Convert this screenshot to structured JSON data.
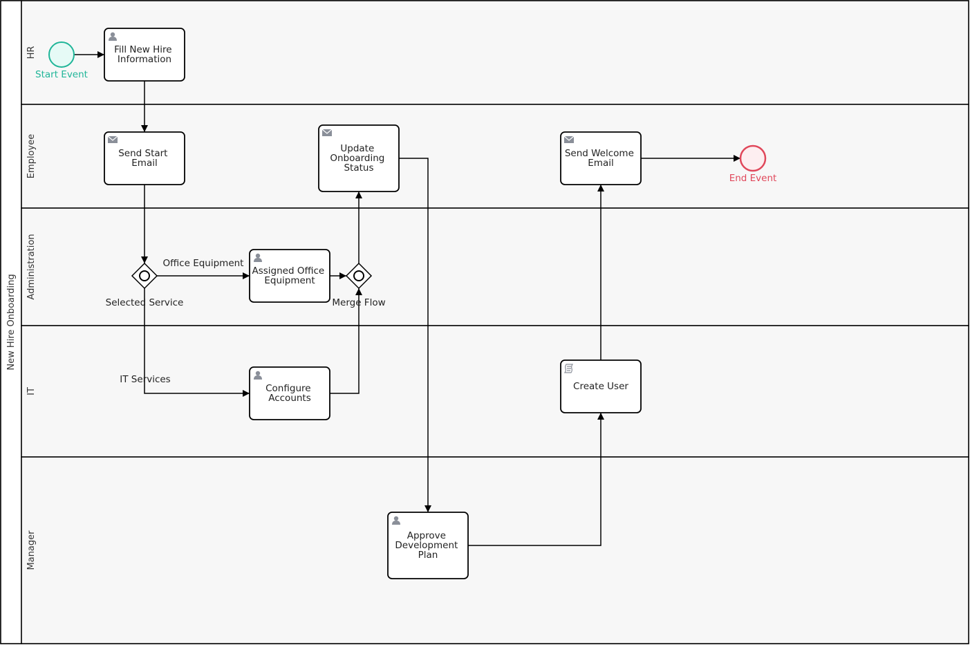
{
  "pool": {
    "title": "New Hire Onboarding"
  },
  "lanes": [
    {
      "id": "hr",
      "label": "HR"
    },
    {
      "id": "employee",
      "label": "Employee"
    },
    {
      "id": "administration",
      "label": "Administration"
    },
    {
      "id": "it",
      "label": "IT"
    },
    {
      "id": "manager",
      "label": "Manager"
    }
  ],
  "events": {
    "start": {
      "label": "Start Event",
      "lane": "HR"
    },
    "end": {
      "label": "End Event",
      "lane": "Employee"
    }
  },
  "tasks": [
    {
      "id": "fill",
      "kind": "user-task",
      "icon": "user-icon",
      "lines": [
        "Fill New Hire",
        "Information"
      ],
      "lane": "HR"
    },
    {
      "id": "sendstart",
      "kind": "send-task",
      "icon": "envelope-icon",
      "lines": [
        "Send Start",
        "Email"
      ],
      "lane": "Employee"
    },
    {
      "id": "update",
      "kind": "send-task",
      "icon": "envelope-icon",
      "lines": [
        "Update",
        "Onboarding",
        "Status"
      ],
      "lane": "Employee"
    },
    {
      "id": "welcome",
      "kind": "send-task",
      "icon": "envelope-icon",
      "lines": [
        "Send Welcome",
        "Email"
      ],
      "lane": "Employee"
    },
    {
      "id": "assigned",
      "kind": "user-task",
      "icon": "user-icon",
      "lines": [
        "Assigned Office",
        "Equipment"
      ],
      "lane": "Administration"
    },
    {
      "id": "configure",
      "kind": "user-task",
      "icon": "user-icon",
      "lines": [
        "Configure",
        "Accounts"
      ],
      "lane": "IT"
    },
    {
      "id": "createuser",
      "kind": "script-task",
      "icon": "script-icon",
      "lines": [
        "Create User"
      ],
      "lane": "IT"
    },
    {
      "id": "approve",
      "kind": "user-task",
      "icon": "user-icon",
      "lines": [
        "Approve",
        "Development",
        "Plan"
      ],
      "lane": "Manager"
    }
  ],
  "gateways": [
    {
      "id": "selected",
      "kind": "inclusive",
      "label": "Selected Service"
    },
    {
      "id": "merge",
      "kind": "inclusive",
      "label": "Merge Flow"
    }
  ],
  "flows": [
    {
      "from": "Start Event",
      "to": "Fill New Hire Information",
      "label": ""
    },
    {
      "from": "Fill New Hire Information",
      "to": "Send Start Email",
      "label": ""
    },
    {
      "from": "Send Start Email",
      "to": "Selected Service",
      "label": ""
    },
    {
      "from": "Selected Service",
      "to": "Assigned Office Equipment",
      "label": "Office Equipment"
    },
    {
      "from": "Selected Service",
      "to": "Configure Accounts",
      "label": "IT Services"
    },
    {
      "from": "Assigned Office Equipment",
      "to": "Merge Flow",
      "label": ""
    },
    {
      "from": "Configure Accounts",
      "to": "Merge Flow",
      "label": ""
    },
    {
      "from": "Merge Flow",
      "to": "Update Onboarding Status",
      "label": ""
    },
    {
      "from": "Update Onboarding Status",
      "to": "Approve Development Plan",
      "label": ""
    },
    {
      "from": "Approve Development Plan",
      "to": "Create User",
      "label": ""
    },
    {
      "from": "Create User",
      "to": "Send Welcome Email",
      "label": ""
    },
    {
      "from": "Send Welcome Email",
      "to": "End Event",
      "label": ""
    }
  ],
  "colors": {
    "lane_fill": "#f7f7f7",
    "stroke": "#000000",
    "start_event": "#1fb598",
    "start_fill": "#e6faf6",
    "end_event": "#e0475a",
    "end_fill": "#fdeef0",
    "icon": "#8a8f99"
  }
}
